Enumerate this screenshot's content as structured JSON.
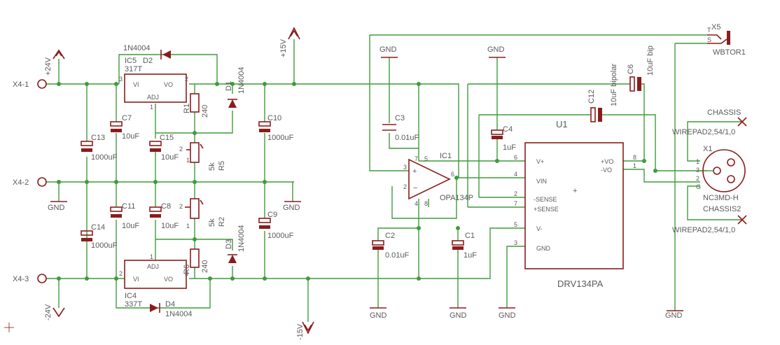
{
  "colors": {
    "wire": "#3e9c3a",
    "part": "#8b1c1c",
    "text": "#5a5a5a",
    "background": "#ffffff"
  },
  "connectors": {
    "x4_1": "X4-1",
    "x4_2": "X4-2",
    "x4_3": "X4-3",
    "x5": "X5",
    "x1": "X1"
  },
  "supplies": {
    "p24": "+24V",
    "m24": "-24V",
    "p15": "+15V",
    "m15": "-15V",
    "gnd": "GND"
  },
  "parts": {
    "ic5": {
      "name": "IC5",
      "value": "317T",
      "vi": "VI",
      "vo": "VO",
      "adj": "ADJ",
      "pin_in": "3",
      "pin_out": "2",
      "pin_adj": "1"
    },
    "ic4": {
      "name": "IC4",
      "value": "337T",
      "vi": "VI",
      "vo": "VO",
      "adj": "ADJ",
      "pin_in": "2",
      "pin_out": "3",
      "pin_adj": "1"
    },
    "d2": {
      "name": "D2",
      "value": "1N4004"
    },
    "d1": {
      "name": "D1",
      "value": "1N4004"
    },
    "d3": {
      "name": "D3",
      "value": "1N4004"
    },
    "d4": {
      "name": "D4",
      "value": "1N4004"
    },
    "r1": {
      "name": "R1",
      "value": "240"
    },
    "r6": {
      "name": "R6",
      "value": "240"
    },
    "r5": {
      "name": "R5",
      "value": "5k"
    },
    "r2": {
      "name": "R2",
      "value": "5k"
    },
    "c7": {
      "name": "C7",
      "value": "10uF"
    },
    "c15": {
      "name": "C15",
      "value": "10uF"
    },
    "c13": {
      "name": "C13",
      "value": "1000uF"
    },
    "c10": {
      "name": "C10",
      "value": "1000uF"
    },
    "c11": {
      "name": "C11",
      "value": "10uF"
    },
    "c8": {
      "name": "C8",
      "value": "10uF"
    },
    "c14": {
      "name": "C14",
      "value": "1000uF"
    },
    "c9": {
      "name": "C9",
      "value": "1000uF"
    },
    "c3": {
      "name": "C3",
      "value": "0.01uF"
    },
    "c2": {
      "name": "C2",
      "value": "0.01uF"
    },
    "c4": {
      "name": "C4",
      "value": "1uF"
    },
    "c1": {
      "name": "C1",
      "value": "1uF"
    },
    "c12": {
      "name": "C12",
      "value": "10uF bipolar"
    },
    "c6": {
      "name": "C6",
      "value": "10uF bip"
    },
    "ic1": {
      "name": "IC1",
      "value": "OPA134P",
      "pin_plus": "3",
      "pin_minus": "2",
      "pin_out": "6",
      "pin_v_plus": "7",
      "pin_v_minus": "4",
      "pin_8": "8",
      "pin_5": "5"
    },
    "u1": {
      "name": "U1",
      "value": "DRV134PA",
      "vplus": "V+",
      "vin": "VIN",
      "sense_minus": "-SENSE",
      "sense_plus": "+SENSE",
      "vminus": "V-",
      "gnd": "GND",
      "vo_plus": "+VO",
      "vo_minus": "-VO",
      "p6": "6",
      "p4": "4",
      "p2": "2",
      "p7": "7",
      "p5": "5",
      "p3": "3",
      "p8": "8",
      "p1": "1"
    },
    "x1": {
      "value": "NC3MD-H",
      "p1": "1",
      "p3": "3",
      "p2": "2",
      "pg": "G"
    },
    "x5": {
      "value": "WBTOR1",
      "t": "T",
      "s": "S"
    },
    "chassis1": {
      "name": "CHASSIS",
      "value": "WIREPAD2,54/1,0"
    },
    "chassis2": {
      "name": "CHASSIS2",
      "value": "WIREPAD2,54/1,0"
    }
  }
}
